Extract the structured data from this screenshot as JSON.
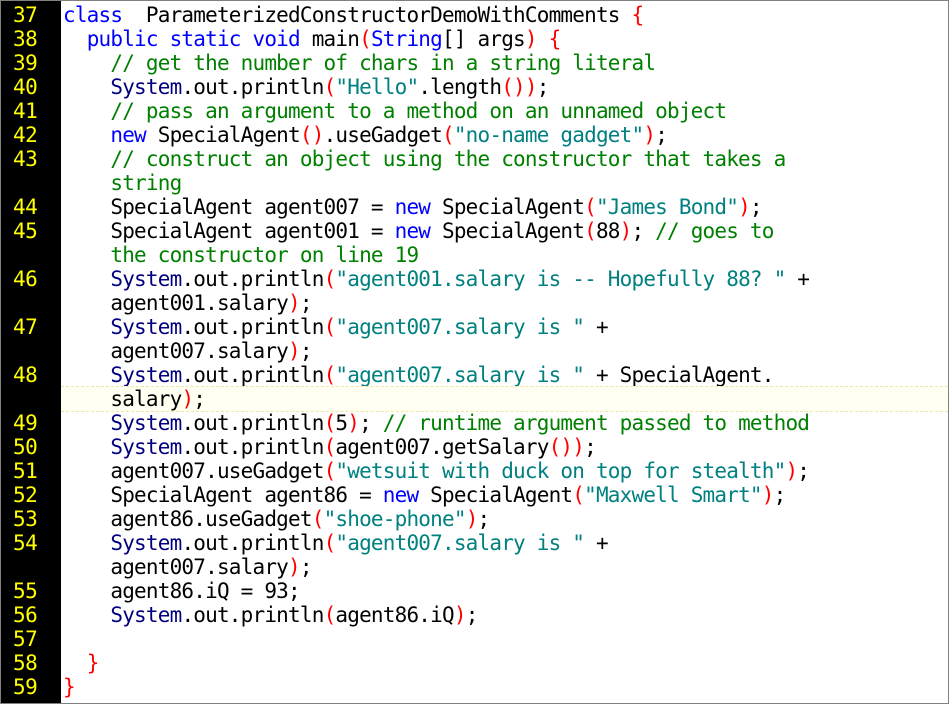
{
  "editor": {
    "lines": [
      {
        "num": "37",
        "parts": [
          [
            "k",
            "class"
          ],
          [
            "",
            "  ParameterizedConstructorDemoWithComments "
          ],
          [
            "p",
            "{"
          ]
        ]
      },
      {
        "num": "38",
        "parts": [
          [
            "",
            "  "
          ],
          [
            "k",
            "public"
          ],
          [
            "",
            " "
          ],
          [
            "k",
            "static"
          ],
          [
            "",
            " "
          ],
          [
            "k",
            "void"
          ],
          [
            "",
            " main"
          ],
          [
            "p",
            "("
          ],
          [
            "k",
            "String"
          ],
          [
            "",
            "[] args"
          ],
          [
            "p",
            ")"
          ],
          [
            "",
            " "
          ],
          [
            "p",
            "{"
          ]
        ]
      },
      {
        "num": "39",
        "parts": [
          [
            "",
            "    "
          ],
          [
            "cm",
            "// get the number of chars in a string literal"
          ]
        ]
      },
      {
        "num": "40",
        "parts": [
          [
            "",
            "    "
          ],
          [
            "sys",
            "System"
          ],
          [
            "",
            ".out.println"
          ],
          [
            "p",
            "("
          ],
          [
            "s",
            "\"Hello\""
          ],
          [
            "",
            ".length"
          ],
          [
            "p",
            "()"
          ],
          [
            "p",
            ")"
          ],
          [
            "",
            ";"
          ]
        ]
      },
      {
        "num": "41",
        "parts": [
          [
            "",
            "    "
          ],
          [
            "cm",
            "// pass an argument to a method on an unnamed object"
          ]
        ]
      },
      {
        "num": "42",
        "parts": [
          [
            "",
            "    "
          ],
          [
            "k",
            "new"
          ],
          [
            "",
            " SpecialAgent"
          ],
          [
            "p",
            "()"
          ],
          [
            "",
            ".useGadget"
          ],
          [
            "p",
            "("
          ],
          [
            "s",
            "\"no-name gadget\""
          ],
          [
            "p",
            ")"
          ],
          [
            "",
            ";"
          ]
        ]
      },
      {
        "num": "43",
        "parts": [
          [
            "",
            "    "
          ],
          [
            "cm",
            "// construct an object using the constructor that takes a"
          ]
        ]
      },
      {
        "num": "",
        "parts": [
          [
            "",
            "    "
          ],
          [
            "cm",
            "string"
          ]
        ]
      },
      {
        "num": "44",
        "parts": [
          [
            "",
            "    SpecialAgent agent007 = "
          ],
          [
            "k",
            "new"
          ],
          [
            "",
            " SpecialAgent"
          ],
          [
            "p",
            "("
          ],
          [
            "s",
            "\"James Bond\""
          ],
          [
            "p",
            ")"
          ],
          [
            "",
            ";"
          ]
        ]
      },
      {
        "num": "45",
        "parts": [
          [
            "",
            "    SpecialAgent agent001 = "
          ],
          [
            "k",
            "new"
          ],
          [
            "",
            " SpecialAgent"
          ],
          [
            "p",
            "("
          ],
          [
            "",
            "88"
          ],
          [
            "p",
            ")"
          ],
          [
            "",
            "; "
          ],
          [
            "cm",
            "// goes to"
          ]
        ]
      },
      {
        "num": "",
        "parts": [
          [
            "",
            "    "
          ],
          [
            "cm",
            "the constructor on line 19"
          ]
        ]
      },
      {
        "num": "46",
        "parts": [
          [
            "",
            "    "
          ],
          [
            "sys",
            "System"
          ],
          [
            "",
            ".out.println"
          ],
          [
            "p",
            "("
          ],
          [
            "s",
            "\"agent001.salary is -- Hopefully 88? \""
          ],
          [
            "",
            " +"
          ]
        ]
      },
      {
        "num": "",
        "parts": [
          [
            "",
            "    agent001.salary"
          ],
          [
            "p",
            ")"
          ],
          [
            "",
            ";"
          ]
        ]
      },
      {
        "num": "47",
        "parts": [
          [
            "",
            "    "
          ],
          [
            "sys",
            "System"
          ],
          [
            "",
            ".out.println"
          ],
          [
            "p",
            "("
          ],
          [
            "s",
            "\"agent007.salary is \""
          ],
          [
            "",
            " +"
          ]
        ]
      },
      {
        "num": "",
        "parts": [
          [
            "",
            "    agent007.salary"
          ],
          [
            "p",
            ")"
          ],
          [
            "",
            ";"
          ]
        ]
      },
      {
        "num": "48",
        "parts": [
          [
            "",
            "    "
          ],
          [
            "sys",
            "System"
          ],
          [
            "",
            ".out.println"
          ],
          [
            "p",
            "("
          ],
          [
            "s",
            "\"agent007.salary is \""
          ],
          [
            "",
            " + SpecialAgent."
          ]
        ]
      },
      {
        "num": "",
        "cur": true,
        "parts": [
          [
            "",
            "    salary"
          ],
          [
            "p",
            ")"
          ],
          [
            "",
            ";"
          ]
        ]
      },
      {
        "num": "49",
        "parts": [
          [
            "",
            "    "
          ],
          [
            "sys",
            "System"
          ],
          [
            "",
            ".out.println"
          ],
          [
            "p",
            "("
          ],
          [
            "",
            "5"
          ],
          [
            "p",
            ")"
          ],
          [
            "",
            "; "
          ],
          [
            "cm",
            "// runtime argument passed to method"
          ]
        ]
      },
      {
        "num": "50",
        "parts": [
          [
            "",
            "    "
          ],
          [
            "sys",
            "System"
          ],
          [
            "",
            ".out.println"
          ],
          [
            "p",
            "("
          ],
          [
            "",
            "agent007.getSalary"
          ],
          [
            "p",
            "()"
          ],
          [
            "p",
            ")"
          ],
          [
            "",
            ";"
          ]
        ]
      },
      {
        "num": "51",
        "parts": [
          [
            "",
            "    agent007.useGadget"
          ],
          [
            "p",
            "("
          ],
          [
            "s",
            "\"wetsuit with duck on top for stealth\""
          ],
          [
            "p",
            ")"
          ],
          [
            "",
            ";"
          ]
        ]
      },
      {
        "num": "52",
        "parts": [
          [
            "",
            "    SpecialAgent agent86 = "
          ],
          [
            "k",
            "new"
          ],
          [
            "",
            " SpecialAgent"
          ],
          [
            "p",
            "("
          ],
          [
            "s",
            "\"Maxwell Smart\""
          ],
          [
            "p",
            ")"
          ],
          [
            "",
            ";"
          ]
        ]
      },
      {
        "num": "53",
        "parts": [
          [
            "",
            "    agent86.useGadget"
          ],
          [
            "p",
            "("
          ],
          [
            "s",
            "\"shoe-phone\""
          ],
          [
            "p",
            ")"
          ],
          [
            "",
            ";"
          ]
        ]
      },
      {
        "num": "54",
        "parts": [
          [
            "",
            "    "
          ],
          [
            "sys",
            "System"
          ],
          [
            "",
            ".out.println"
          ],
          [
            "p",
            "("
          ],
          [
            "s",
            "\"agent007.salary is \""
          ],
          [
            "",
            " +"
          ]
        ]
      },
      {
        "num": "",
        "parts": [
          [
            "",
            "    agent007.salary"
          ],
          [
            "p",
            ")"
          ],
          [
            "",
            ";"
          ]
        ]
      },
      {
        "num": "55",
        "parts": [
          [
            "",
            "    agent86.iQ = 93;"
          ]
        ]
      },
      {
        "num": "56",
        "parts": [
          [
            "",
            "    "
          ],
          [
            "sys",
            "System"
          ],
          [
            "",
            ".out.println"
          ],
          [
            "p",
            "("
          ],
          [
            "",
            "agent86.iQ"
          ],
          [
            "p",
            ")"
          ],
          [
            "",
            ";"
          ]
        ]
      },
      {
        "num": "57",
        "parts": [
          [
            "",
            ""
          ]
        ]
      },
      {
        "num": "58",
        "parts": [
          [
            "",
            "  "
          ],
          [
            "p",
            "}"
          ]
        ]
      },
      {
        "num": "59",
        "parts": [
          [
            "p",
            "}"
          ]
        ]
      }
    ]
  },
  "colors": {
    "gutter": "#000000",
    "line_number": "#ffff00",
    "keyword": "#0000ff",
    "comment": "#008000",
    "string": "#008080",
    "paren": "#ff0000",
    "system": "#000080"
  }
}
